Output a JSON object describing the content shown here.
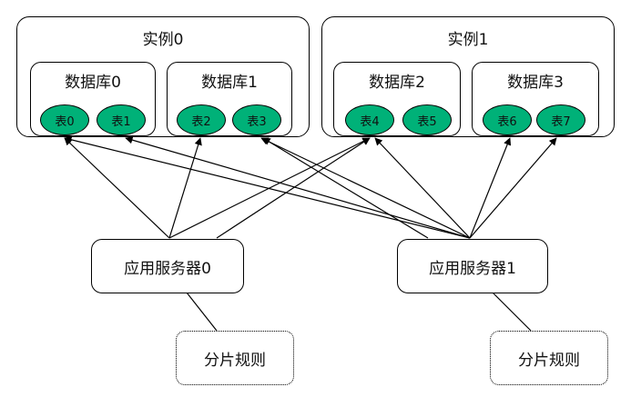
{
  "diagram": {
    "instances": [
      {
        "label": "实例0",
        "databases": [
          {
            "label": "数据库0",
            "tables": [
              "表0",
              "表1"
            ]
          },
          {
            "label": "数据库1",
            "tables": [
              "表2",
              "表3"
            ]
          }
        ]
      },
      {
        "label": "实例1",
        "databases": [
          {
            "label": "数据库2",
            "tables": [
              "表4",
              "表5"
            ]
          },
          {
            "label": "数据库3",
            "tables": [
              "表6",
              "表7"
            ]
          }
        ]
      }
    ],
    "servers": [
      {
        "label": "应用服务器0",
        "rule": "分片规则",
        "connects_to": [
          "表0",
          "表2",
          "表4"
        ]
      },
      {
        "label": "应用服务器1",
        "rule": "分片规则",
        "connects_to": [
          "表0",
          "表1",
          "表3",
          "表4",
          "表6",
          "表7"
        ]
      }
    ],
    "colors": {
      "table_fill": "#00b178",
      "line": "#000000"
    }
  }
}
